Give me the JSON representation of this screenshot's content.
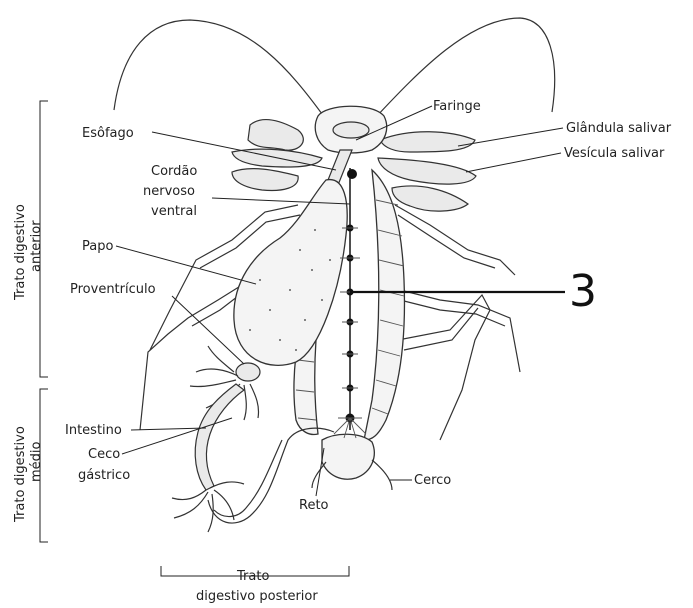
{
  "labels": {
    "faringe": "Faringe",
    "esofago": "Esôfago",
    "glandula": "Glândula salivar",
    "vesicula": "Vesícula salivar",
    "cordao_1": "Cordão",
    "cordao_2": "nervoso",
    "cordao_3": "ventral",
    "papo": "Papo",
    "proventriculo": "Proventrículo",
    "intestino": "Intestino",
    "ceco_1": "Ceco",
    "ceco_2": "gástrico",
    "reto": "Reto",
    "cerco": "Cerco",
    "marker": "3"
  },
  "regions": {
    "anterior_1": "Trato digestivo",
    "anterior_2": "anterior",
    "medio_1": "Trato digestivo",
    "medio_2": "médio",
    "posterior_1": "Trato",
    "posterior_2": "digestivo posterior"
  }
}
